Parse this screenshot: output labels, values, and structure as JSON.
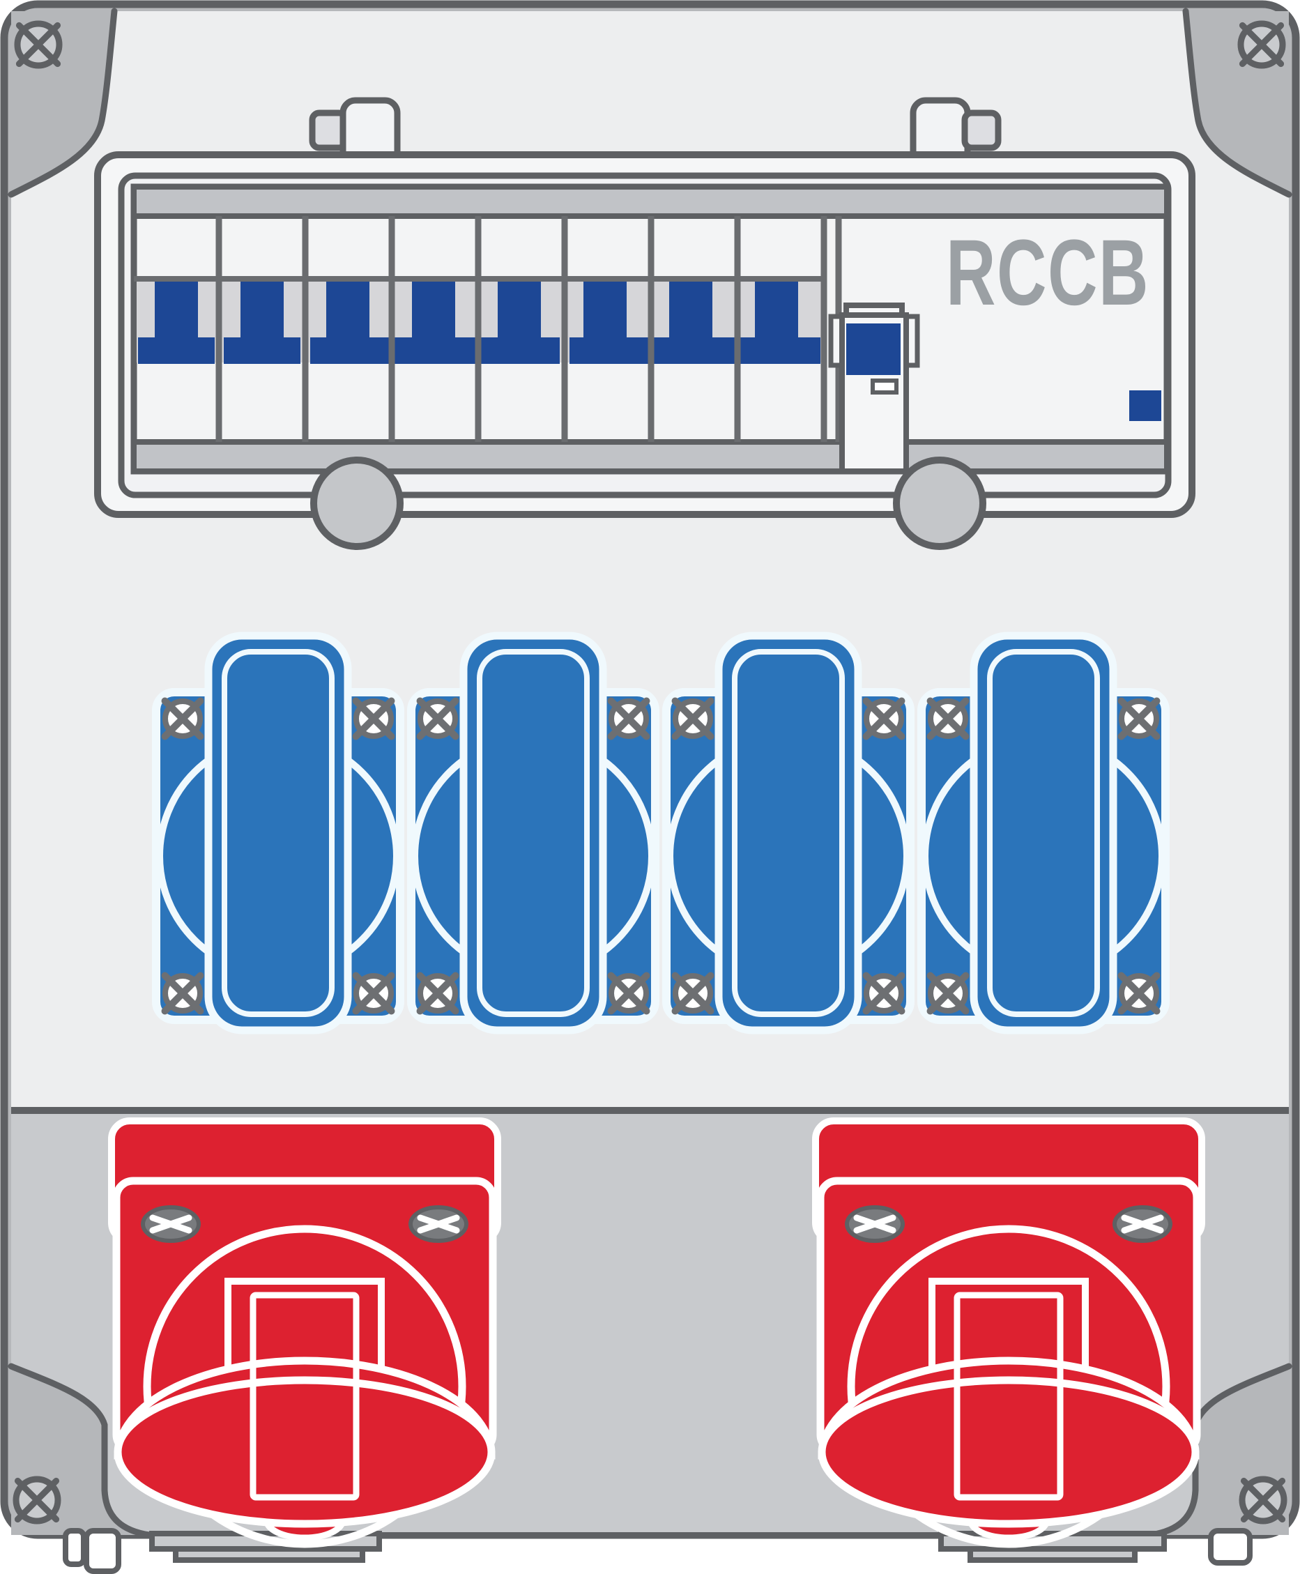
{
  "breaker_panel": {
    "label": "RCCB",
    "module_count": 8,
    "breakers": [
      {
        "poles": 1,
        "state": "on"
      },
      {
        "poles": 1,
        "state": "on"
      },
      {
        "poles": 3,
        "state": "on"
      },
      {
        "poles": 3,
        "state": "on"
      }
    ],
    "rccb": {
      "has_toggle": true,
      "has_test_button": true,
      "has_indicator_window": true
    }
  },
  "sockets": {
    "blue_socket_count": 4,
    "red_socket_count": 2
  },
  "colors": {
    "enclosure_gray": "#b5b7ba",
    "panel_light": "#edeeef",
    "panel_lower_gray": "#c8cacd",
    "outline_dark": "#5e6063",
    "window_outer_fill": "#f5f6f7",
    "window_inner_fill": "#f1f2f4",
    "content_fill": "#f3f4f5",
    "din_rail_gray": "#c1c3c7",
    "recess_gray": "#d6d6d9",
    "divider_gray": "#6a6c6f",
    "breaker_blue": "#1d4795",
    "socket_blue": "#2b74ba",
    "socket_blue_outline": "#f0f9fd",
    "socket_red": "#dd2130",
    "socket_red_outline": "#ffffff",
    "screw_gray": "#c9cbce",
    "screw_cross_gray": "#6d6f72",
    "rccb_text_gray": "#9ba0a4",
    "knob_gray": "#c4c6c9",
    "clip_gray": "#dddee2",
    "white": "#ffffff"
  }
}
